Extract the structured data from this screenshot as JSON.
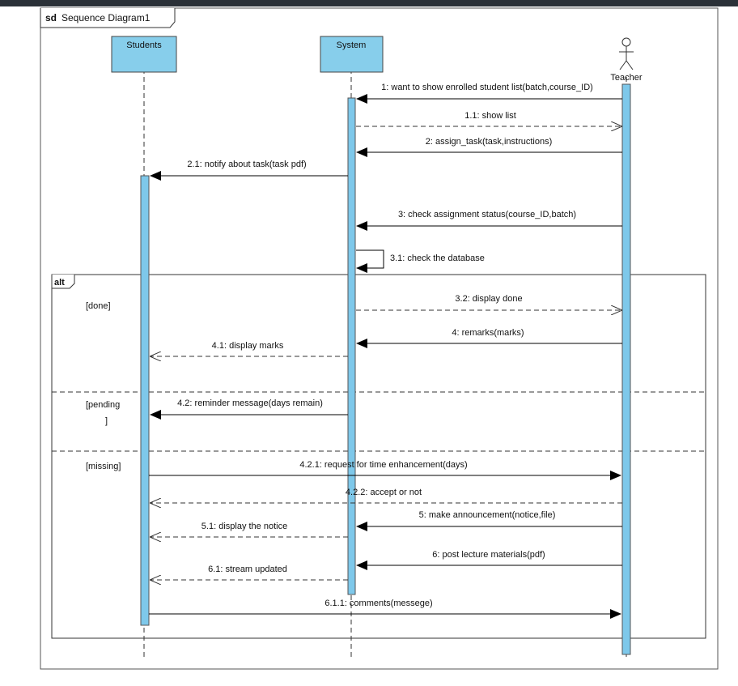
{
  "frame": {
    "keyword": "sd",
    "name": "Sequence Diagram1"
  },
  "lifelines": [
    {
      "id": "students",
      "label": "Students"
    },
    {
      "id": "system",
      "label": "System"
    },
    {
      "id": "teacher",
      "label": "Teacher"
    }
  ],
  "fragment": {
    "keyword": "alt",
    "guards": [
      "[done]",
      "[pending\n]",
      "[missing]"
    ]
  },
  "messages": [
    {
      "label": "1: want to show enrolled student list(batch,course_ID)",
      "from": "teacher",
      "to": "system",
      "kind": "sync"
    },
    {
      "label": "1.1: show list",
      "from": "system",
      "to": "teacher",
      "kind": "reply"
    },
    {
      "label": "2: assign_task(task,instructions)",
      "from": "teacher",
      "to": "system",
      "kind": "sync"
    },
    {
      "label": "2.1: notify about task(task pdf)",
      "from": "system",
      "to": "students",
      "kind": "sync"
    },
    {
      "label": "3: check assignment status(course_ID,batch)",
      "from": "teacher",
      "to": "system",
      "kind": "sync"
    },
    {
      "label": "3.1: check the database",
      "from": "system",
      "to": "system",
      "kind": "self"
    },
    {
      "label": "3.2: display done",
      "from": "system",
      "to": "teacher",
      "kind": "reply"
    },
    {
      "label": "4: remarks(marks)",
      "from": "teacher",
      "to": "system",
      "kind": "sync"
    },
    {
      "label": "4.1: display marks",
      "from": "system",
      "to": "students",
      "kind": "reply"
    },
    {
      "label": "4.2: reminder message(days remain)",
      "from": "system",
      "to": "students",
      "kind": "sync"
    },
    {
      "label": "4.2.1: request for time enhancement(days)",
      "from": "students",
      "to": "teacher",
      "kind": "sync"
    },
    {
      "label": "4.2.2: accept or not",
      "from": "teacher",
      "to": "students",
      "kind": "reply"
    },
    {
      "label": "5: make announcement(notice,file)",
      "from": "teacher",
      "to": "system",
      "kind": "sync"
    },
    {
      "label": "5.1: display the notice",
      "from": "system",
      "to": "students",
      "kind": "reply"
    },
    {
      "label": "6: post lecture materials(pdf)",
      "from": "teacher",
      "to": "system",
      "kind": "sync"
    },
    {
      "label": "6.1: stream updated",
      "from": "system",
      "to": "students",
      "kind": "reply"
    },
    {
      "label": "6.1.1: comments(messege)",
      "from": "students",
      "to": "teacher",
      "kind": "sync"
    }
  ],
  "colors": {
    "lifeline_box": "#87ceeb",
    "activation": "#7ec8ea",
    "line": "#000000",
    "topbar": "#2b3138"
  }
}
